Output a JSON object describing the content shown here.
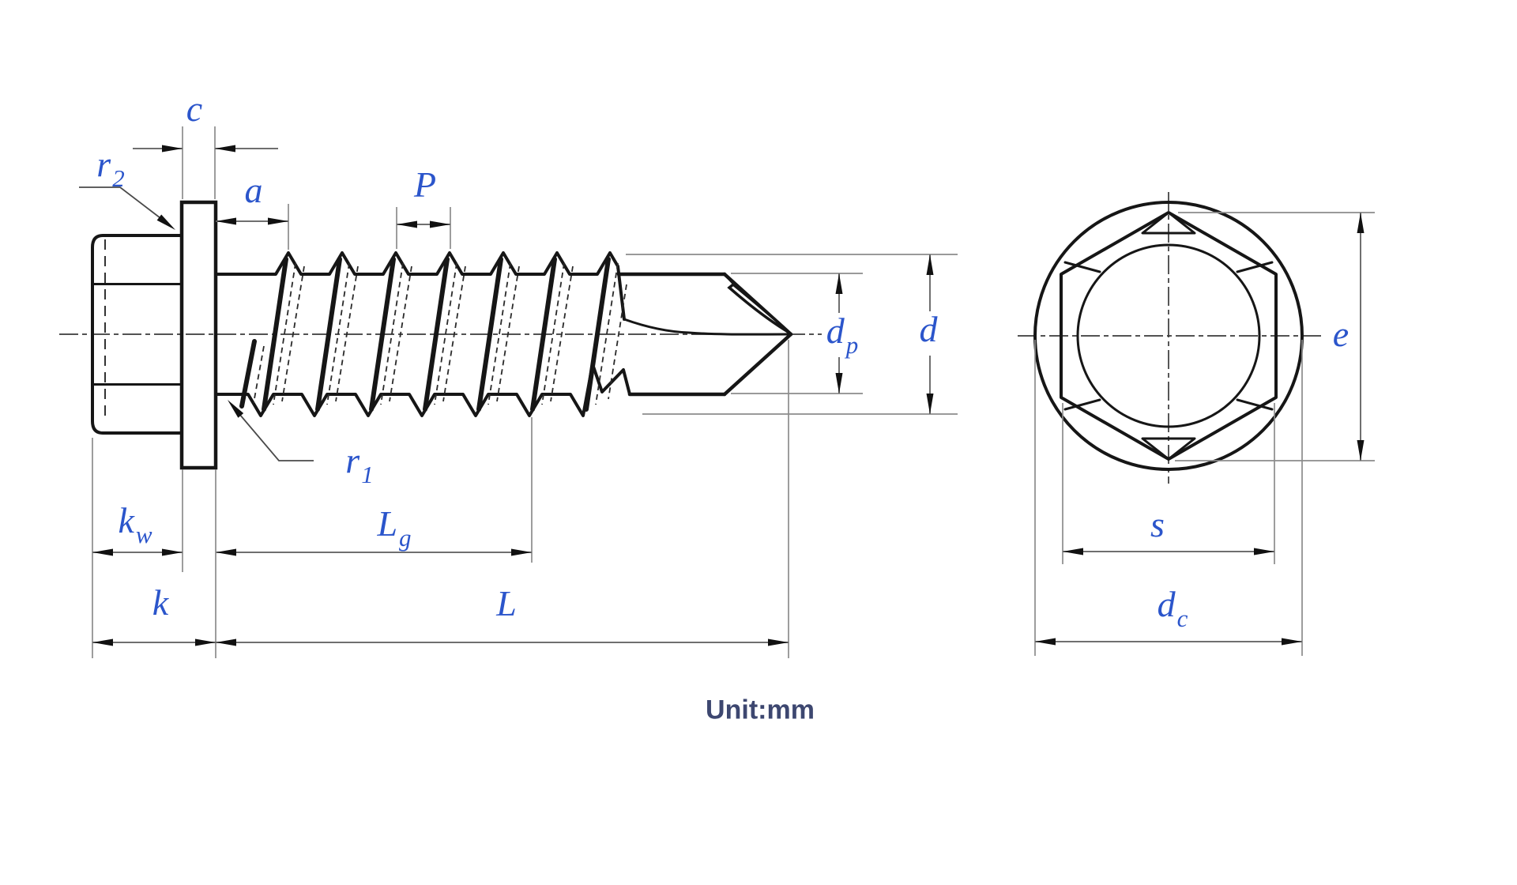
{
  "unit_note": {
    "text": "Unit:mm"
  },
  "colors": {
    "label_blue": "#2b55cb",
    "unit_navy": "#3d4770",
    "object_line": "#161616",
    "dimension_gray": "#6f6f6f",
    "background": "#ffffff"
  },
  "labels": {
    "c": {
      "base": "c",
      "sub": ""
    },
    "r2": {
      "base": "r",
      "sub": "2"
    },
    "a": {
      "base": "a",
      "sub": ""
    },
    "P": {
      "base": "P",
      "sub": ""
    },
    "dp": {
      "base": "d",
      "sub": "p"
    },
    "d": {
      "base": "d",
      "sub": ""
    },
    "e": {
      "base": "e",
      "sub": ""
    },
    "r1": {
      "base": "r",
      "sub": "1"
    },
    "kw": {
      "base": "k",
      "sub": "w"
    },
    "k": {
      "base": "k",
      "sub": ""
    },
    "Lg": {
      "base": "L",
      "sub": "g"
    },
    "L": {
      "base": "L",
      "sub": ""
    },
    "s": {
      "base": "s",
      "sub": ""
    },
    "dc": {
      "base": "d",
      "sub": "c"
    }
  }
}
